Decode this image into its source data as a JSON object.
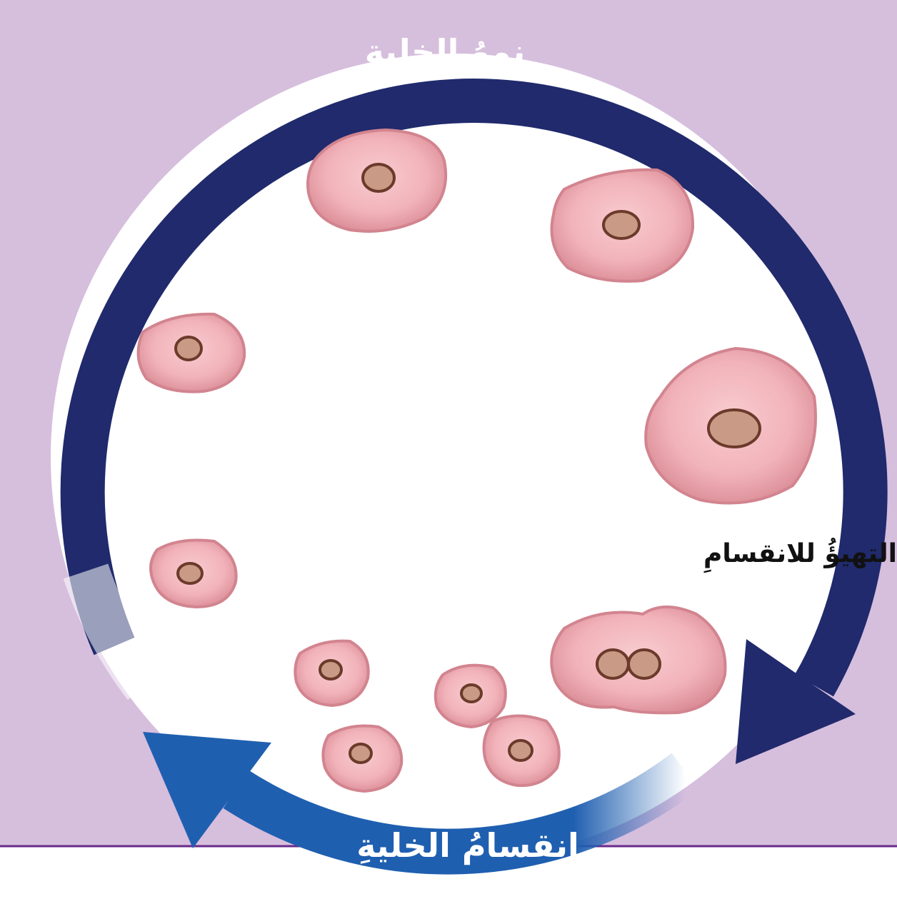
{
  "diagram": {
    "labels": {
      "growth": "نموُ الخليةِ",
      "division": "انقسامُ الخليةِ",
      "preparation": "التهيؤُ للانقسامِ"
    },
    "colors": {
      "background_top": "#d6bedd",
      "background_bottom": "#ffffff",
      "divider_line": "#6a2a8c",
      "ring_dark": "#202a6c",
      "ring_blue": "#1f5fb0",
      "ring_label_text": "#ffffff",
      "circle_fill": "#ffffff",
      "cell_outer": "#e39aa3",
      "cell_inner": "#f5c3c8",
      "cell_edge": "#b9636f",
      "nucleus_fill": "#c99a86",
      "nucleus_edge": "#6b3a2a",
      "annotation_text": "#111111"
    }
  }
}
